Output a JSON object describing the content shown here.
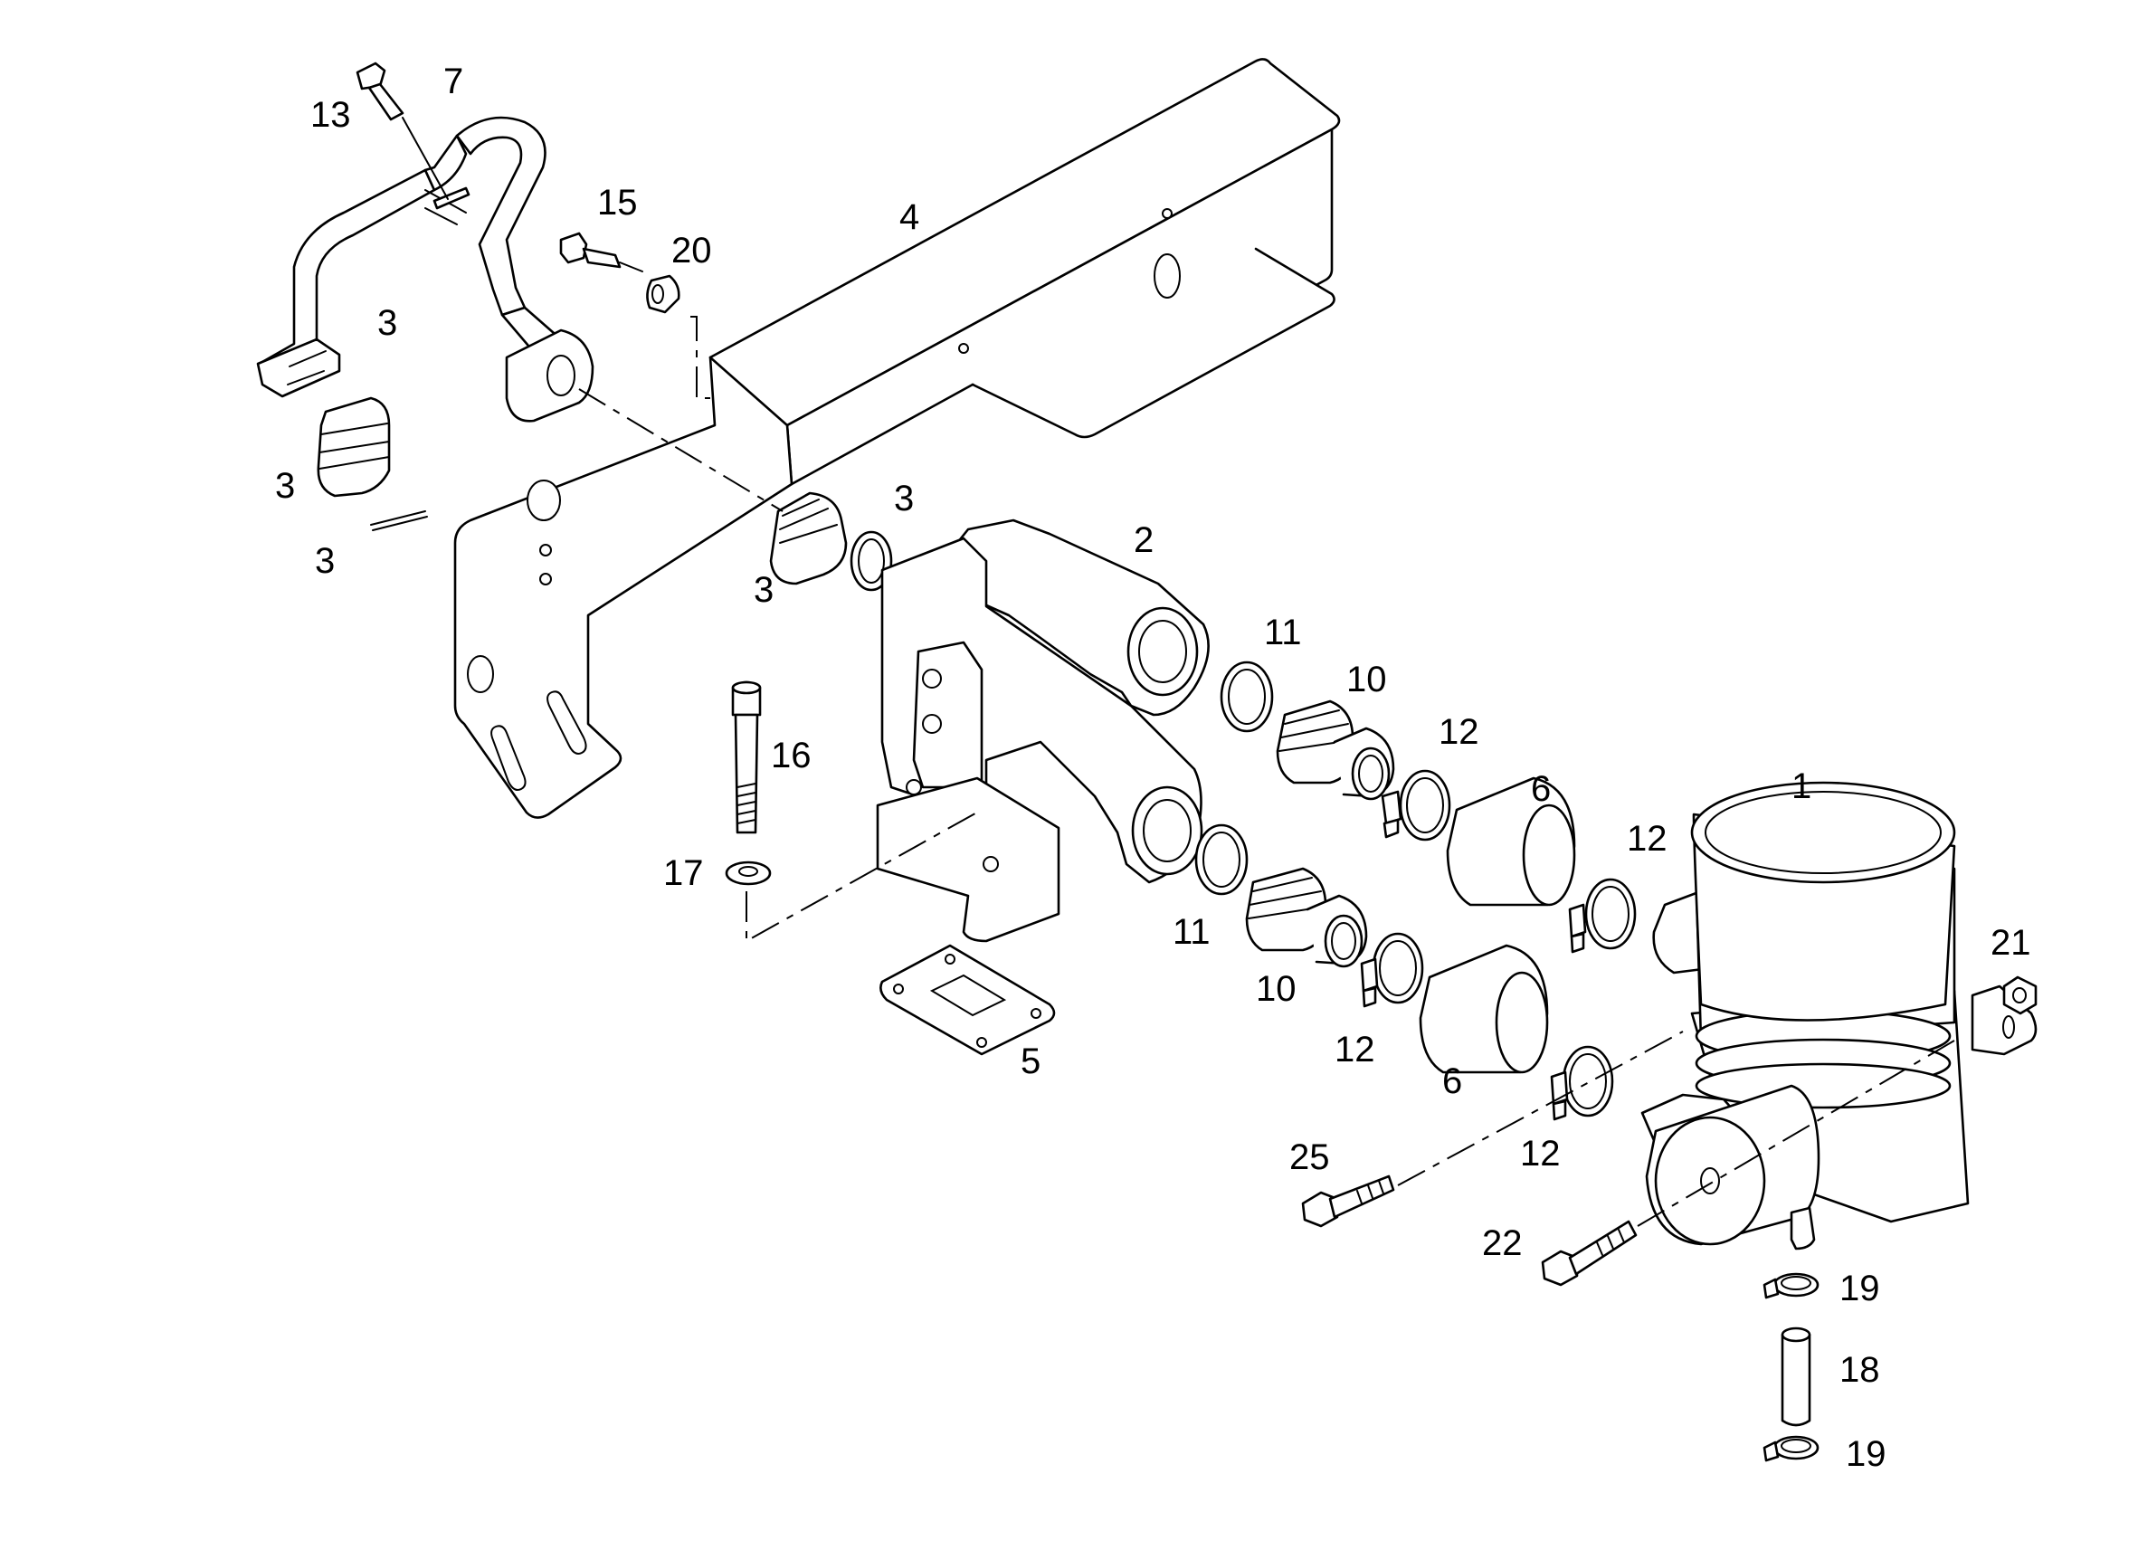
{
  "diagram": {
    "callouts": {
      "c1": "1",
      "c2": "2",
      "c3": "3",
      "c4": "4",
      "c5": "5",
      "c6": "6",
      "c7": "7",
      "c10": "10",
      "c11": "11",
      "c12": "12",
      "c13": "13",
      "c15": "15",
      "c16": "16",
      "c17": "17",
      "c18": "18",
      "c19": "19",
      "c20": "20",
      "c21": "21",
      "c22": "22",
      "c25": "25"
    }
  }
}
